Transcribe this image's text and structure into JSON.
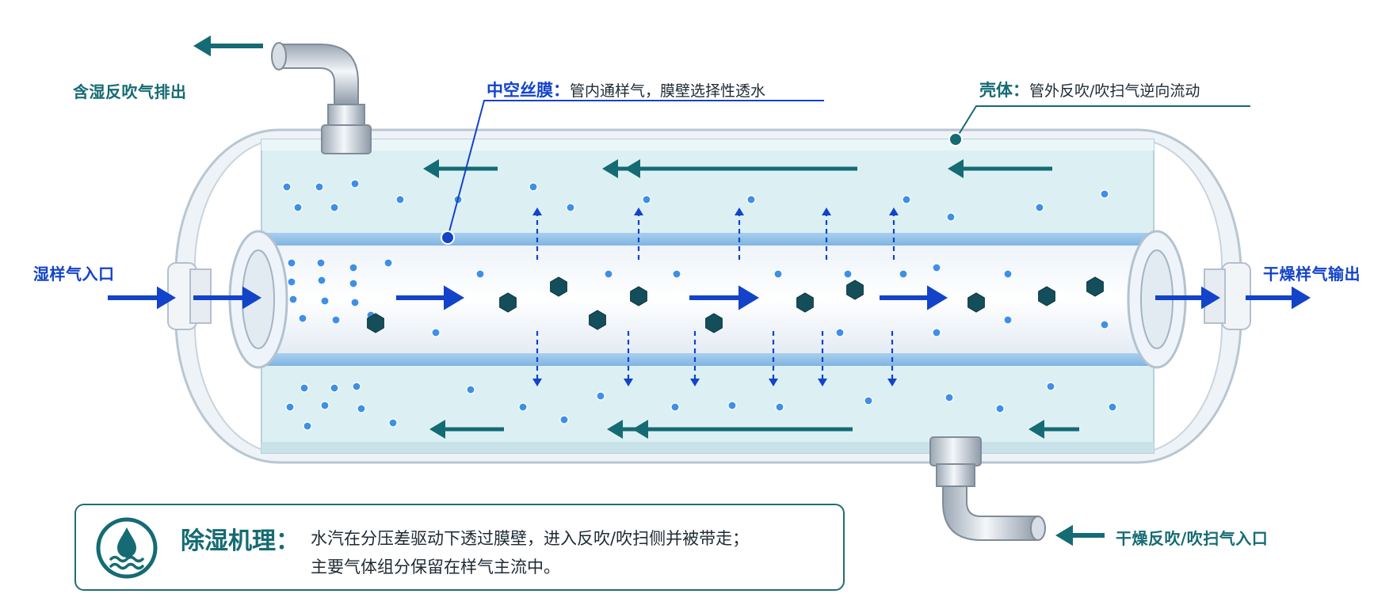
{
  "labels": {
    "humid_sweep_exhaust": "含湿反吹气排出",
    "wet_sample_inlet": "湿样气入口",
    "dry_sample_outlet": "干燥样气输出",
    "dry_sweep_inlet": "干燥反吹/吹扫气入口"
  },
  "callouts": {
    "membrane": {
      "key": "中空丝膜：",
      "text": "管内通样气，膜壁选择性透水"
    },
    "shell": {
      "key": "壳体：",
      "text": "管外反吹/吹扫气逆向流动"
    }
  },
  "mechanism": {
    "title": "除湿机理：",
    "line1": "水汽在分压差驱动下透过膜壁，进入反吹/吹扫侧并被带走；",
    "line2": "主要气体组分保留在样气主流中。",
    "icon": "water-drop-icon"
  },
  "colors": {
    "teal": "#156b73",
    "blue": "#1343c9",
    "shell_fill": "#ddf0f4",
    "water_dot": "#3f8fe6",
    "molecule": "#134e5a"
  }
}
